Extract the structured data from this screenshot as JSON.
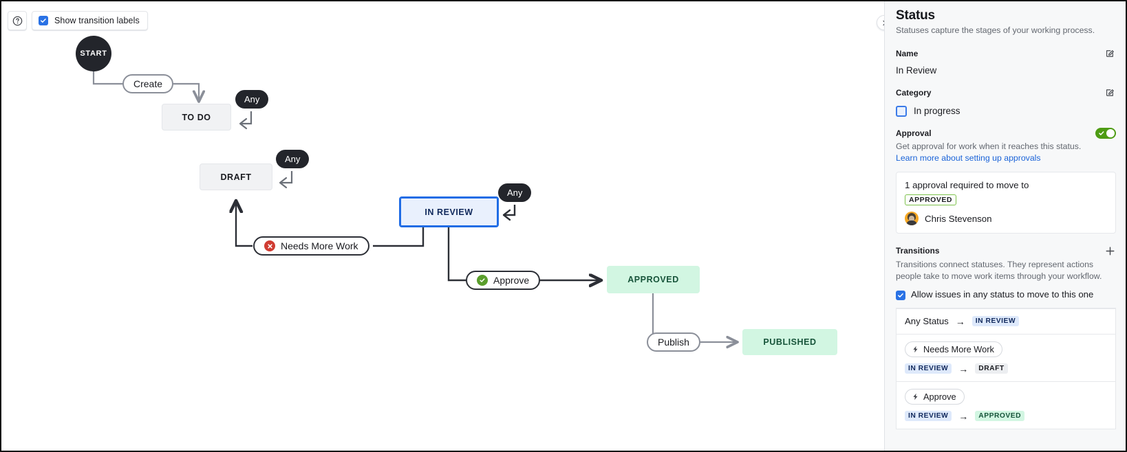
{
  "toolbar": {
    "help_icon": "question-circle-icon",
    "show_labels_label": "Show transition labels",
    "show_labels_checked": true
  },
  "diagram": {
    "nodes": [
      {
        "id": "start",
        "label": "START",
        "type": "start"
      },
      {
        "id": "todo",
        "label": "TO DO",
        "type": "grey"
      },
      {
        "id": "draft",
        "label": "DRAFT",
        "type": "grey"
      },
      {
        "id": "inreview",
        "label": "IN REVIEW",
        "type": "blue-selected"
      },
      {
        "id": "approved",
        "label": "APPROVED",
        "type": "green"
      },
      {
        "id": "published",
        "label": "PUBLISHED",
        "type": "green"
      }
    ],
    "transitions": [
      {
        "label": "Create",
        "icon": "none",
        "from": "start",
        "to": "todo"
      },
      {
        "label": "Needs More Work",
        "icon": "error-icon",
        "from": "inreview",
        "to": "draft"
      },
      {
        "label": "Approve",
        "icon": "check-icon",
        "from": "inreview",
        "to": "approved"
      },
      {
        "label": "Publish",
        "icon": "none",
        "from": "approved",
        "to": "published"
      }
    ],
    "any_badges": [
      {
        "label": "Any",
        "target": "todo"
      },
      {
        "label": "Any",
        "target": "draft"
      },
      {
        "label": "Any",
        "target": "inreview"
      }
    ],
    "collapse_icon": "chevron-right-icon"
  },
  "panel": {
    "title": "Status",
    "subtitle": "Statuses capture the stages of your working process.",
    "name": {
      "label": "Name",
      "value": "In Review",
      "edit_icon": "edit-pencil-icon"
    },
    "category": {
      "label": "Category",
      "value": "In progress",
      "swatch_color": "#3a7ae8",
      "edit_icon": "edit-pencil-icon"
    },
    "approval": {
      "label": "Approval",
      "enabled": true,
      "toggle_color": "#4e9c14",
      "description": "Get approval for work when it reaches this status.",
      "link_text": "Learn more about setting up approvals",
      "requirement_text": "1 approval required to move to",
      "requirement_status": "APPROVED",
      "approver_name": "Chris Stevenson"
    },
    "transitions": {
      "label": "Transitions",
      "add_icon": "plus-icon",
      "description": "Transitions connect statuses. They represent actions people take to move work items through your workflow.",
      "allow_any_label": "Allow issues in any status to move to this one",
      "allow_any_checked": true,
      "items": [
        {
          "chip": null,
          "chip_icon": null,
          "from_text": "Any Status",
          "from_type": "text",
          "arrow": "→",
          "to_text": "IN REVIEW",
          "to_type": "blue"
        },
        {
          "chip": "Needs More Work",
          "chip_icon": "bolt-icon",
          "from_text": "IN REVIEW",
          "from_type": "blue",
          "arrow": "→",
          "to_text": "DRAFT",
          "to_type": "grey"
        },
        {
          "chip": "Approve",
          "chip_icon": "bolt-icon",
          "from_text": "IN REVIEW",
          "from_type": "blue",
          "arrow": "→",
          "to_text": "APPROVED",
          "to_type": "green"
        }
      ]
    }
  }
}
